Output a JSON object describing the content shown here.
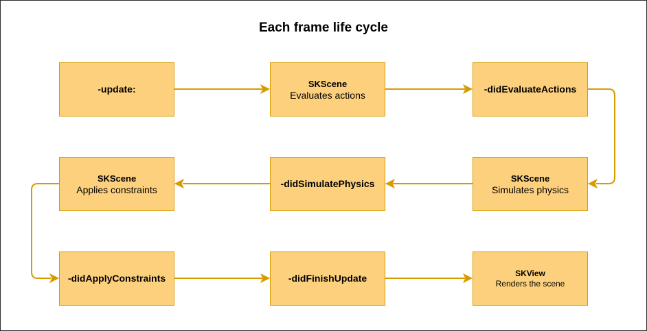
{
  "title": "Each frame life cycle",
  "nodes": {
    "update": {
      "line1": "-update:"
    },
    "evaluate": {
      "line1": "SKScene",
      "line2": "Evaluates actions"
    },
    "did_evaluate": {
      "line1": "-didEvaluateActions"
    },
    "simulate": {
      "line1": "SKScene",
      "line2": "Simulates physics"
    },
    "did_simulate": {
      "line1": "-didSimulatePhysics"
    },
    "apply": {
      "line1": "SKScene",
      "line2": "Applies constraints"
    },
    "did_apply": {
      "line1": "-didApplyConstraints"
    },
    "did_finish": {
      "line1": "-didFinishUpdate"
    },
    "render": {
      "line1": "SKView",
      "line2": "Renders the scene"
    }
  },
  "colors": {
    "node_fill": "#fdd07d",
    "node_border": "#d79b00",
    "arrow": "#d79b00"
  }
}
